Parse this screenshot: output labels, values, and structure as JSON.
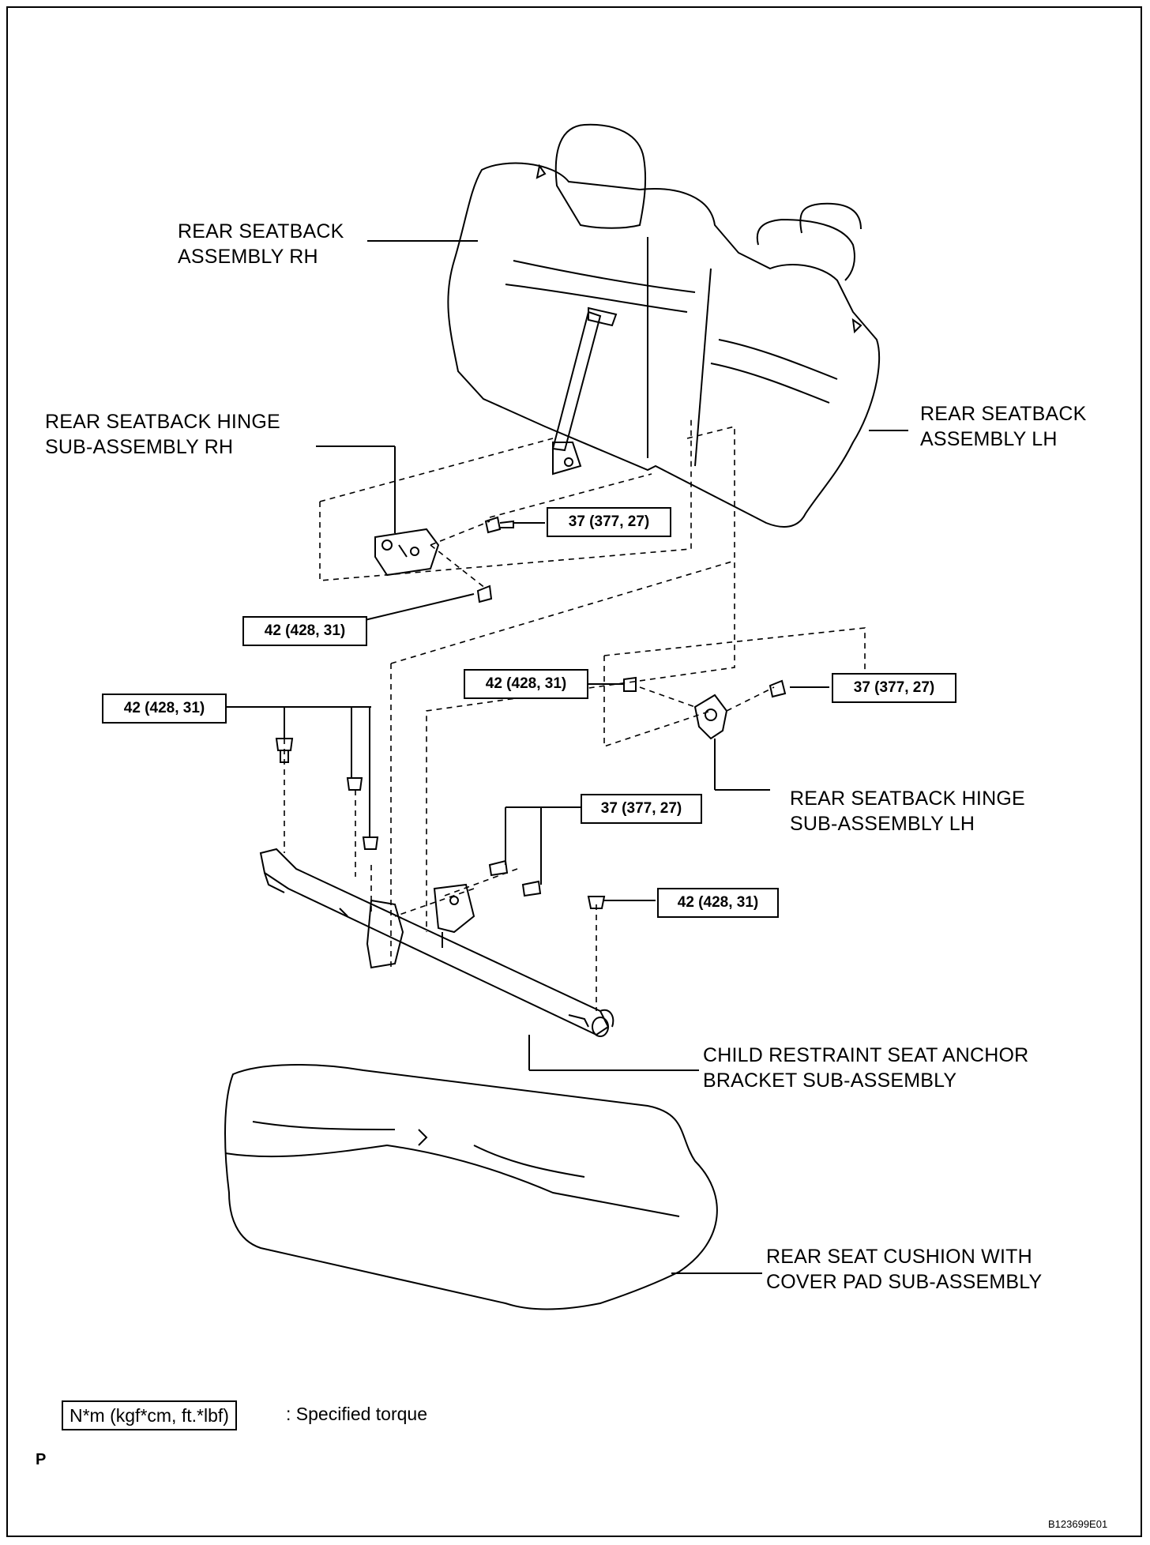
{
  "labels": {
    "seatback_rh": [
      "REAR SEATBACK",
      "ASSEMBLY RH"
    ],
    "seatback_lh": [
      "REAR SEATBACK",
      "ASSEMBLY LH"
    ],
    "hinge_rh": [
      "REAR SEATBACK HINGE",
      "SUB-ASSEMBLY RH"
    ],
    "hinge_lh": [
      "REAR SEATBACK HINGE",
      "SUB-ASSEMBLY LH"
    ],
    "anchor_bracket": [
      "CHILD RESTRAINT SEAT ANCHOR",
      "BRACKET SUB-ASSEMBLY"
    ],
    "cushion": [
      "REAR SEAT CUSHION WITH",
      "COVER PAD SUB-ASSEMBLY"
    ]
  },
  "torques": {
    "t1": "37 (377, 27)",
    "t2": "42 (428, 31)",
    "t3": "42 (428, 31)",
    "t4": "37 (377, 27)",
    "t5": "42 (428, 31)",
    "t6": "37 (377, 27)",
    "t7": "42 (428, 31)"
  },
  "legend": {
    "unit": "N*m (kgf*cm, ft.*lbf)",
    "text": ": Specified torque"
  },
  "marker": "P",
  "figure_id": "B123699E01"
}
